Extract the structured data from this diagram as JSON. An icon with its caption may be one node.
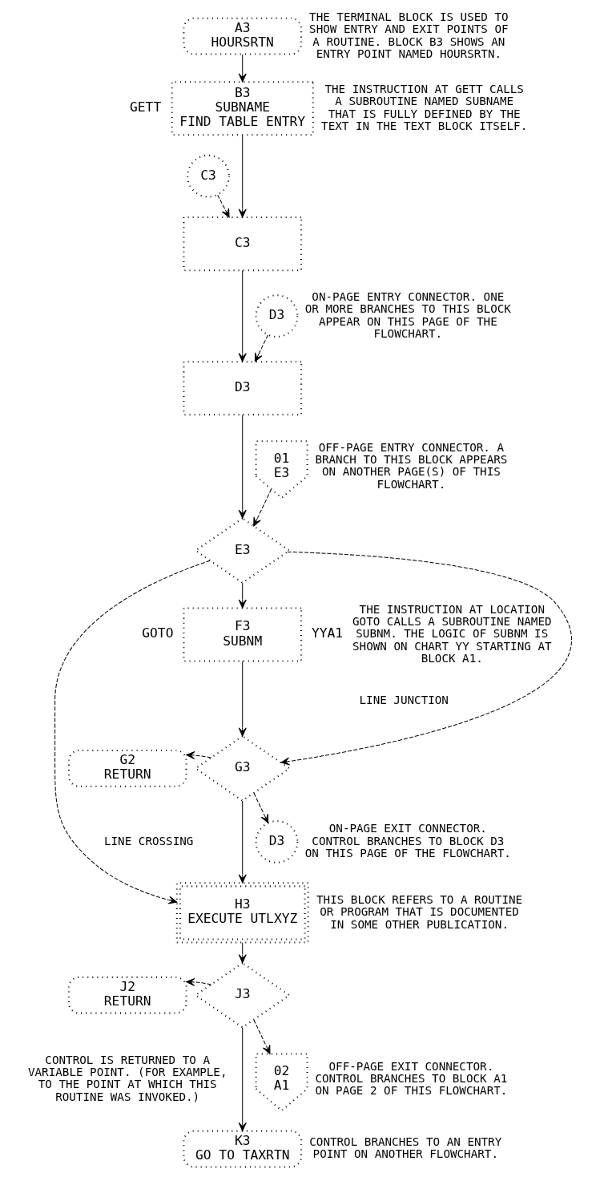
{
  "diagram": {
    "nodes": [
      {
        "text": [
          "A3",
          "HOURSRTN"
        ],
        "beside": [
          "THE TERMINAL BLOCK IS USED TO SHOW ENTRY AND EXIT POINTS OF A ROUTINE. BLOCK B3 SHOWS AN ENTRY POINT NAMED HOURSRTN."
        ]
      },
      {
        "text": [
          "B3",
          "SUBNAME",
          "FIND TABLE ENTRY"
        ],
        "beside": [
          "GETT",
          "THE INSTRUCTION AT GETT CALLS A SUBROUTINE NAMED SUBNAME THAT IS FULLY DEFINED BY THE TEXT IN THE TEXT BLOCK ITSELF."
        ]
      },
      {
        "text": [
          "C3"
        ]
      },
      {
        "text": [
          "C3"
        ]
      },
      {
        "text": [
          "D3"
        ],
        "beside": [
          "ON-PAGE ENTRY CONNECTOR. ONE OR MORE BRANCHES TO THIS BLOCK APPEAR ON THIS PAGE OF THE FLOWCHART."
        ]
      },
      {
        "text": [
          "D3"
        ]
      },
      {
        "text": [
          "01",
          "E3"
        ],
        "beside": [
          "OFF-PAGE ENTRY CONNECTOR. A BRANCH TO THIS BLOCK APPEARS ON ANOTHER PAGE(S) OF THIS FLOWCHART."
        ]
      },
      {
        "text": [
          "E3"
        ]
      },
      {
        "text": [
          "F3",
          "SUBNM"
        ],
        "beside": [
          "GOTO",
          "YYA1",
          "THE INSTRUCTION AT LOCATION GOTO CALLS A SUBROUTINE NAMED SUBNM. THE LOGIC OF SUBNM IS SHOWN ON CHART YY STARTING AT BLOCK A1."
        ]
      },
      {
        "text": [
          "G3"
        ]
      },
      {
        "text": [
          "G2",
          "RETURN"
        ]
      },
      {
        "text": [
          "D3"
        ],
        "beside": [
          "ON-PAGE EXIT CONNECTOR.  CONTROL BRANCHES TO BLOCK D3 ON THIS PAGE OF THE FLOWCHART."
        ]
      },
      {
        "text": [
          "H3",
          "EXECUTE UTLXYZ"
        ],
        "beside": [
          "THIS BLOCK REFERS TO A ROUTINE OR PROGRAM THAT IS DOCUMENTED IN SOME OTHER PUBLICATION."
        ]
      },
      {
        "text": [
          "J3"
        ]
      },
      {
        "text": [
          "J2",
          "RETURN"
        ],
        "beside": [
          "CONTROL IS RETURNED TO A VARIABLE POINT. (FOR EXAMPLE, TO THE POINT AT WHICH THIS ROUTINE WAS INVOKED.)"
        ]
      },
      {
        "text": [
          "02",
          "A1"
        ],
        "beside": [
          "OFF-PAGE EXIT CONNECTOR.  CONTROL BRANCHES TO BLOCK A1 ON PAGE 2 OF THIS FLOWCHART."
        ]
      },
      {
        "text": [
          "K3",
          "GO TO TAXRTN"
        ],
        "beside": [
          "CONTROL BRANCHES TO AN ENTRY POINT ON ANOTHER FLOWCHART."
        ]
      }
    ],
    "edges": [
      {
        "from": 0,
        "to": 1,
        "arrow": "to"
      },
      {
        "from": 1,
        "to": 3,
        "arrow": "to"
      },
      {
        "from": 2,
        "to": 3,
        "arrow": "to",
        "style": "dashed"
      },
      {
        "from": 3,
        "to": 5,
        "arrow": "to"
      },
      {
        "from": 4,
        "to": 5,
        "arrow": "to",
        "style": "dashed"
      },
      {
        "from": 5,
        "to": 7,
        "arrow": "to"
      },
      {
        "from": 6,
        "to": 7,
        "arrow": "to",
        "style": "dashed"
      },
      {
        "from": 7,
        "to": 8,
        "arrow": "to"
      },
      {
        "from": 7,
        "to": 9,
        "arrow": "to",
        "style": "dashed"
      },
      {
        "from": 7,
        "to": 12,
        "arrow": "to",
        "style": "dashed"
      },
      {
        "from": 8,
        "to": 9,
        "arrow": "to"
      },
      {
        "from": 9,
        "to": 10,
        "arrow": "to",
        "style": "dashed"
      },
      {
        "from": 9,
        "to": 11,
        "arrow": "to",
        "style": "dashed"
      },
      {
        "from": 9,
        "to": 12,
        "arrow": "to"
      },
      {
        "from": 12,
        "to": 13,
        "arrow": "to"
      },
      {
        "from": 13,
        "to": 14,
        "arrow": "to",
        "style": "dashed"
      },
      {
        "from": 13,
        "to": 15,
        "arrow": "to",
        "style": "dashed"
      },
      {
        "from": 13,
        "to": 16,
        "arrow": "to"
      }
    ],
    "labels": [
      "LINE JUNCTION",
      "LINE CROSSING"
    ]
  }
}
